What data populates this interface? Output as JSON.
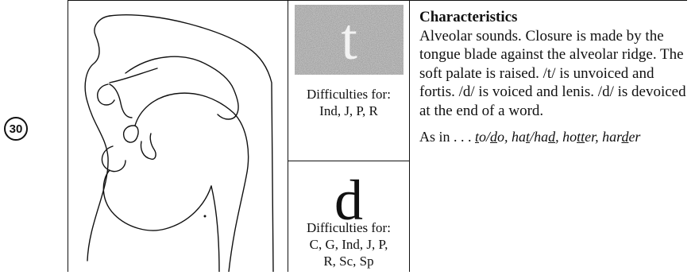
{
  "unit_number": "30",
  "top_cell": {
    "symbol": "t",
    "difficulties_label": "Difficulties for:",
    "difficulties_groups": "Ind, J, P, R"
  },
  "bottom_cell": {
    "symbol": "d",
    "difficulties_label": "Difficulties for:",
    "difficulties_groups_line1": "C, G, Ind, J, P,",
    "difficulties_groups_line2": "R, Sc, Sp"
  },
  "characteristics": {
    "heading": "Characteristics",
    "body": "Alveolar sounds. Closure is made by the tongue blade against the alveolar ridge. The soft palate is raised. /t/ is unvoiced and fortis. /d/ is voiced and lenis. /d/ is devoiced at the end of a word.",
    "as_in_lead": "As in . . . ",
    "examples": {
      "e1a": "t",
      "e1b": "o/",
      "e1c": "d",
      "e1d": "o, ",
      "e2a": "ha",
      "e2b": "t",
      "e2c": "/ha",
      "e2d": "d",
      "e2e": ", ",
      "e3a": "ho",
      "e3b": "tt",
      "e3c": "er, ",
      "e4a": "har",
      "e4b": "d",
      "e4c": "er"
    }
  }
}
